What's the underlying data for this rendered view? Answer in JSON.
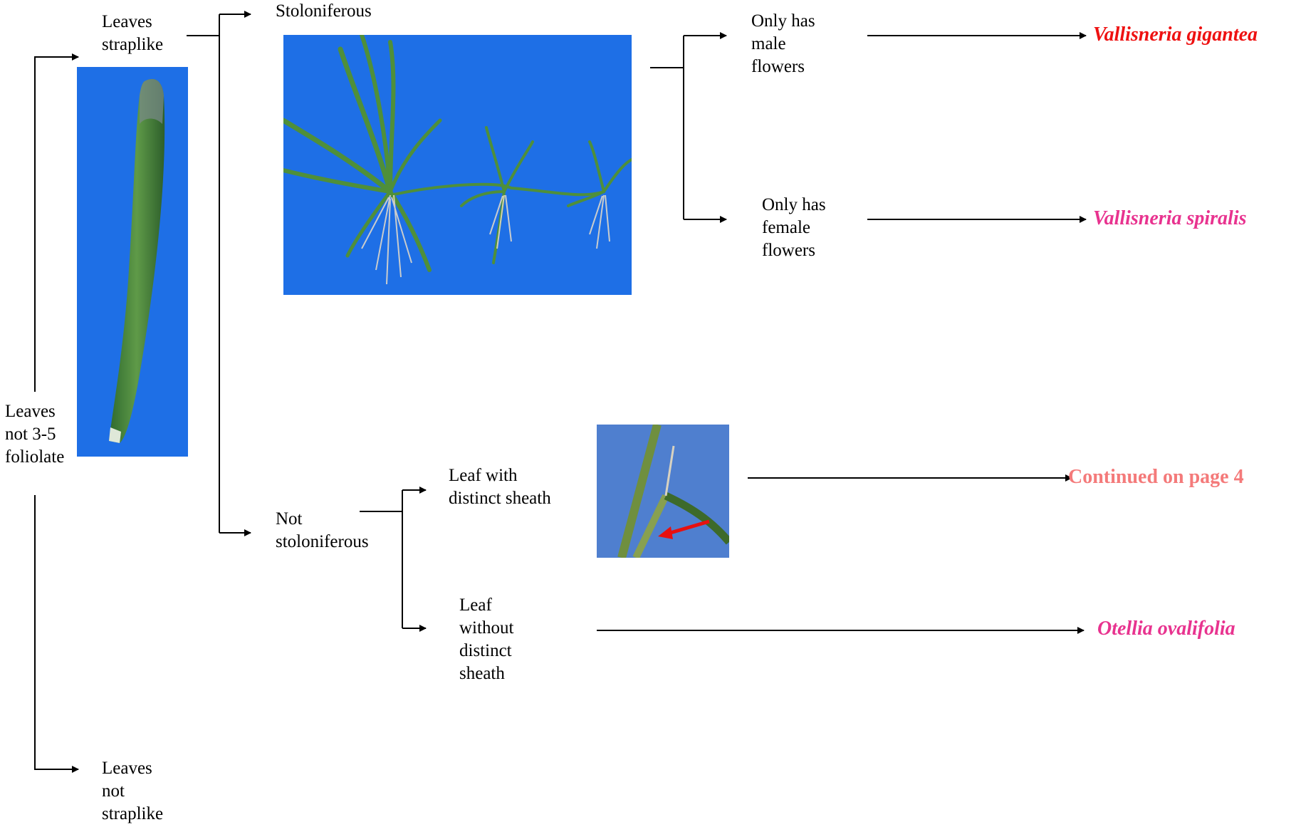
{
  "nodes": {
    "root": "Leaves\nnot 3-5\nfoliolate",
    "straplike": "Leaves\nstraplike",
    "not_straplike": "Leaves\nnot\nstraplike",
    "stoloniferous": "Stoloniferous",
    "not_stoloniferous": "Not\nstoloniferous",
    "male": "Only has\nmale\nflowers",
    "female": "Only has\nfemale\nflowers",
    "with_sheath": "Leaf with\ndistinct sheath",
    "without_sheath": "Leaf\nwithout\ndistinct\nsheath"
  },
  "results": {
    "gigantea": "Vallisneria gigantea",
    "spiralis": "Vallisneria spiralis",
    "continued": "Continued on page 4",
    "ottelia": "Otellia ovalifolia"
  },
  "colors": {
    "gigantea": "#ee1111",
    "spiralis": "#e8338f",
    "continued": "#f47a7a",
    "ottelia": "#e8338f",
    "photo_background": "#1e6fe6",
    "plant_green": "#4a8a3a",
    "pointer_arrow": "#e81010"
  },
  "photos": [
    "single-leaf-photo",
    "stoloniferous-plant-photo",
    "leaf-sheath-photo"
  ]
}
